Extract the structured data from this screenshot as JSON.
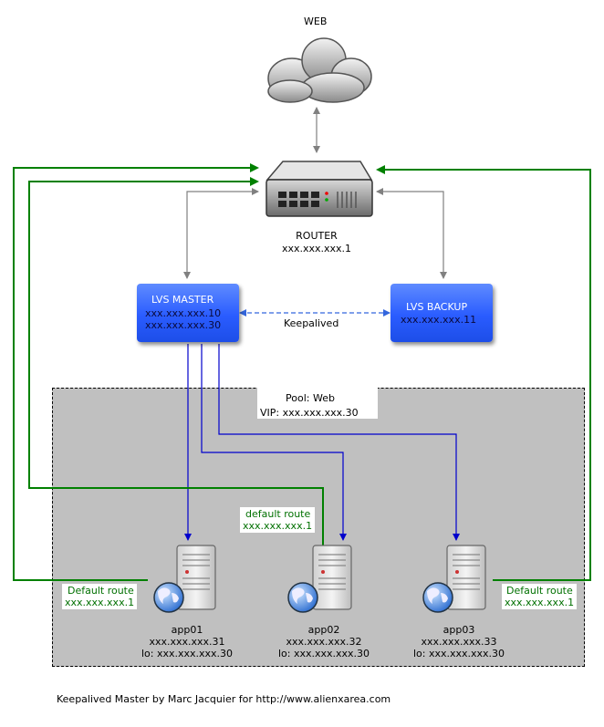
{
  "web": {
    "label": "WEB",
    "icon": "cloud-icon"
  },
  "router": {
    "label": "ROUTER",
    "ip": "xxx.xxx.xxx.1",
    "icon": "router-icon"
  },
  "lvs_master": {
    "label": "LVS MASTER",
    "ips": [
      "xxx.xxx.xxx.10",
      "xxx.xxx.xxx.30"
    ],
    "color": "#2a5cff"
  },
  "lvs_backup": {
    "label": "LVS BACKUP",
    "ips": [
      "xxx.xxx.xxx.11"
    ],
    "color": "#2a5cff"
  },
  "keepalived": {
    "label": "Keepalived"
  },
  "pool": {
    "title": "Pool: Web",
    "vip": "VIP: xxx.xxx.xxx.30"
  },
  "servers": [
    {
      "name": "app01",
      "ip": "xxx.xxx.xxx.31",
      "lo": "lo: xxx.xxx.xxx.30",
      "route_label": "Default route",
      "route_ip": "xxx.xxx.xxx.1"
    },
    {
      "name": "app02",
      "ip": "xxx.xxx.xxx.32",
      "lo": "lo: xxx.xxx.xxx.30",
      "route_label": "default route",
      "route_ip": "xxx.xxx.xxx.1"
    },
    {
      "name": "app03",
      "ip": "xxx.xxx.xxx.33",
      "lo": "lo: xxx.xxx.xxx.30",
      "route_label": "Default route",
      "route_ip": "xxx.xxx.xxx.1"
    }
  ],
  "footer": "Keepalived Master by Marc Jacquier for http://www.alienxarea.com",
  "colors": {
    "route": "#008000",
    "traffic": "#0000cc",
    "link": "#808080",
    "keepalived": "#3366dd",
    "pool": "#c0c0c0"
  }
}
